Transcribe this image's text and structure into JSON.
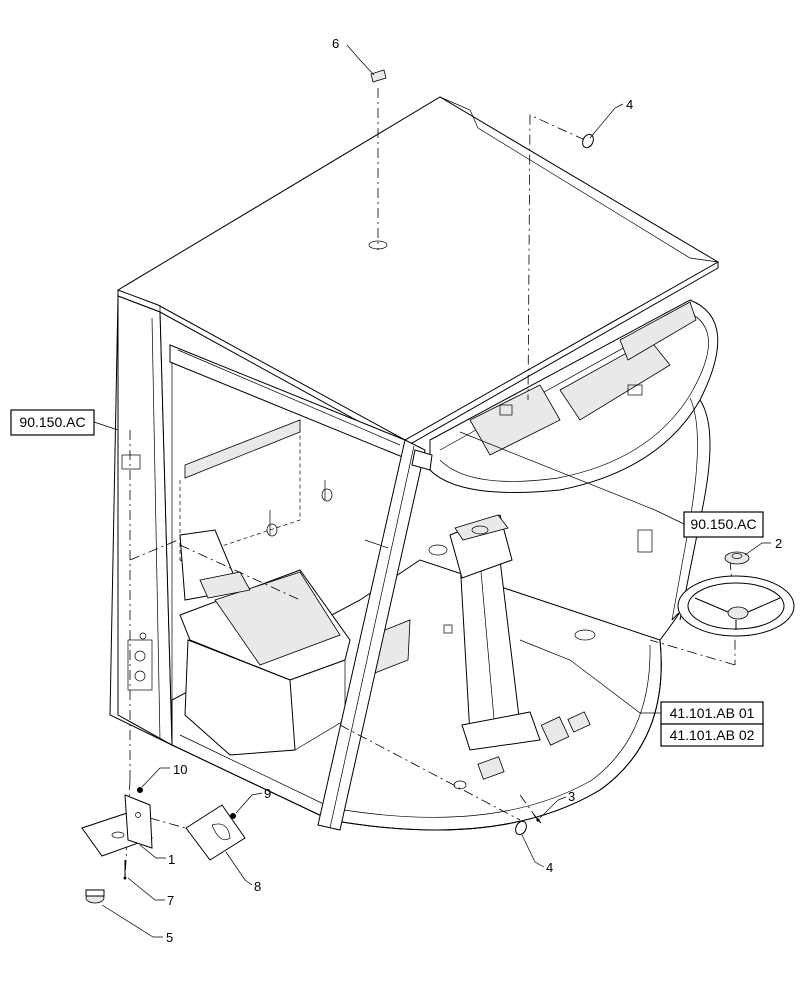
{
  "reference_boxes": [
    {
      "id": "ref-left",
      "text": "90.150.AC"
    },
    {
      "id": "ref-right",
      "text": "90.150.AC"
    },
    {
      "id": "ref-column-1",
      "text": "41.101.AB 01"
    },
    {
      "id": "ref-column-2",
      "text": "41.101.AB 02"
    }
  ],
  "callouts": {
    "c1": "1",
    "c2": "2",
    "c3": "3",
    "c4a": "4",
    "c4b": "4",
    "c5": "5",
    "c6": "6",
    "c7": "7",
    "c8": "8",
    "c9": "9",
    "c10": "10"
  }
}
